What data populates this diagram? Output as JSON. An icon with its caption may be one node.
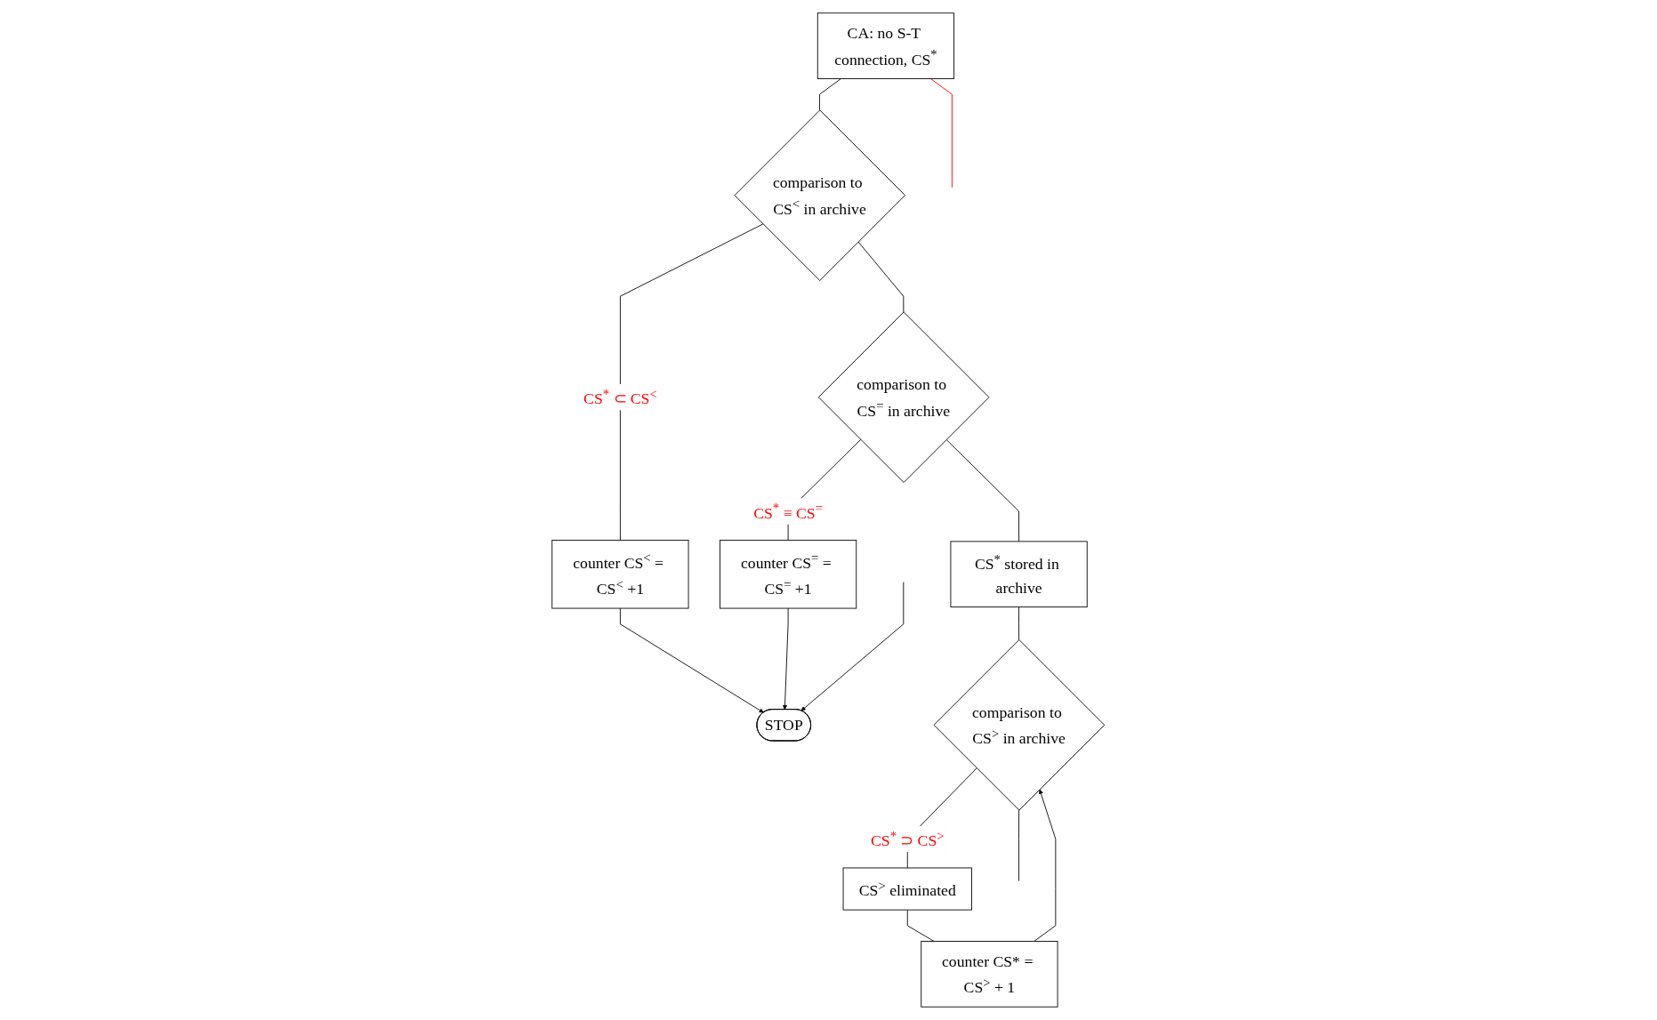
{
  "diagram": {
    "nodes": [
      {
        "text": [
          "CA: no S-T connection, CS$^{*}$"
        ]
      },
      {
        "text": [
          "comparison to CS$^{<}$ in archive"
        ]
      },
      {
        "text": [
          "counter CS$^{<}$ = CS$^{<}$ +1"
        ]
      },
      {
        "text": [
          "comparison to CS$^{=}$ in archive"
        ]
      },
      {
        "text": [
          "counter CS$^{=}$ = CS$^{=}$ +1"
        ]
      },
      {
        "text": [
          "STOP"
        ]
      },
      {
        "text": [
          "CS$^{*}$ stored in archive"
        ]
      },
      {
        "text": [
          "comparison to CS$^{>}$ in archive"
        ]
      },
      {
        "text": [
          "CS$^{>}$ eliminated"
        ]
      },
      {
        "text": [
          "counter CS* = CS$^{>}$ + 1"
        ]
      }
    ],
    "edges": [
      {
        "from": 0,
        "to": null,
        "arrow": "none",
        "color": "#ff0000"
      },
      {
        "from": 0,
        "to": 1,
        "arrow": "none"
      },
      {
        "from": 1,
        "to": 2,
        "arrow": "none",
        "label": "CS$^{*}$ ⊂ CS$^{<}$"
      },
      {
        "from": 2,
        "to": 5,
        "arrow": "to"
      },
      {
        "from": 1,
        "to": 3,
        "arrow": "none"
      },
      {
        "from": 3,
        "to": 4,
        "arrow": "none",
        "label": "CS$^{*}$ ≡ CS$^{=}$"
      },
      {
        "from": 4,
        "to": 5,
        "arrow": "to"
      },
      {
        "from": 3,
        "to": 6,
        "arrow": "none"
      },
      {
        "from": 6,
        "to": 7,
        "arrow": "none"
      },
      {
        "from": 7,
        "to": 8,
        "arrow": "none",
        "label": "CS$^{*}$ ⊃ CS$^{>}$"
      },
      {
        "from": 8,
        "to": 9,
        "arrow": "none"
      },
      {
        "from": 9,
        "to": 7,
        "arrow": "to"
      },
      {
        "from": 7,
        "to": null,
        "arrow": "none"
      },
      {
        "from": null,
        "to": 5,
        "arrow": "to"
      }
    ]
  }
}
